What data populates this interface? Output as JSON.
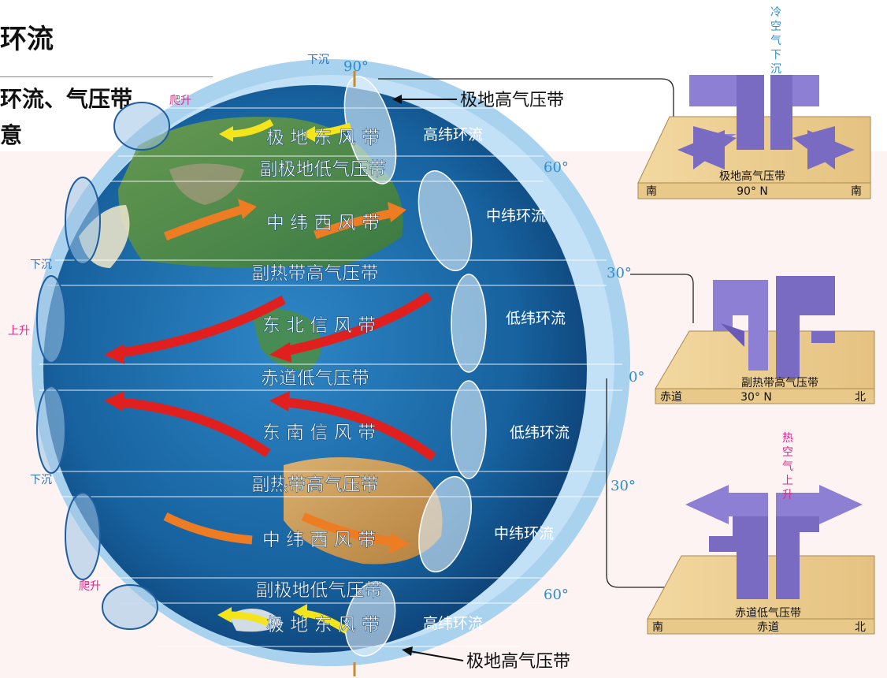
{
  "header": {
    "title": "环流",
    "subtitle_line1": "环流、气压带",
    "subtitle_line2": "意"
  },
  "globe": {
    "top_lat": "90°",
    "lat_right": [
      "60°",
      "30°",
      "0°",
      "30°",
      "60°"
    ],
    "band_labels": [
      "极 地 东 风 带",
      "副极地低气压带",
      "中 纬 西 风 带",
      "副热带高气压带",
      "东   北   信   风   带",
      "赤道低气压带",
      "东   南   信   风   带",
      "副热带高气压带",
      "中 纬 西 风 带",
      "副极地低气压带",
      "极 地 东 风 带"
    ],
    "cell_labels": [
      "高纬环流",
      "中纬环流",
      "低纬环流",
      "低纬环流",
      "中纬环流",
      "高纬环流"
    ],
    "polar_high_top": "极地高气压带",
    "polar_high_bottom": "极地高气压带",
    "left_labels": {
      "xiachen_top": "下沉",
      "pasheng_top": "爬升",
      "xiachen_1": "下沉",
      "shangsheng": "上升",
      "xiachen_2": "下沉",
      "pasheng_bottom": "爬升"
    }
  },
  "insets": [
    {
      "vertical_label": [
        "冷",
        "空",
        "气",
        "下",
        "沉"
      ],
      "center": "极地高气压带",
      "left": "南",
      "mid": "90° N",
      "right": "南"
    },
    {
      "center": "副热带高气压带",
      "left": "赤道",
      "mid": "30° N",
      "right": "北"
    },
    {
      "vertical_label": [
        "热",
        "空",
        "气",
        "上",
        "升"
      ],
      "center": "赤道低气压带",
      "left": "南",
      "mid": "赤道",
      "right": "北"
    }
  ]
}
